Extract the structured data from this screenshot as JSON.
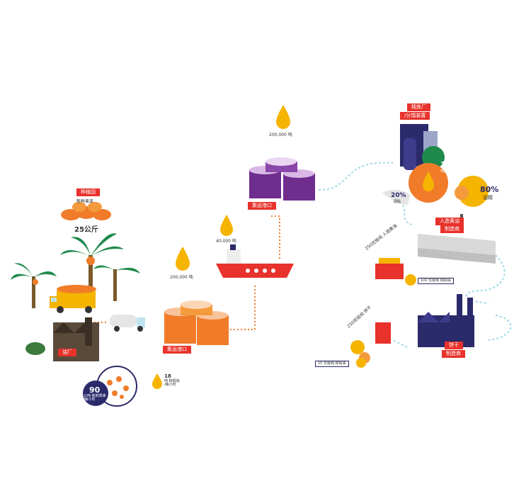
{
  "plantation": {
    "tag": "种植园",
    "sub": "新鲜果束",
    "weight": "25公斤"
  },
  "mill": {
    "tag": "油厂",
    "rate_value": "90",
    "rate_unit": "公吨 新鲜果束\n/每小时",
    "oil_rate_value": "18",
    "oil_rate_unit": "吨 棕榈油\n/每小时"
  },
  "port1": {
    "tag": "集运港口",
    "volume": "200,000 吨"
  },
  "ship": {
    "volume": "40,000 吨"
  },
  "port2": {
    "tag": "集运港口",
    "volume": "200,000 吨"
  },
  "refinery": {
    "tag1": "精炼厂",
    "tag2": "/分馏装置",
    "rate_value": "100",
    "rate_unit": "吨/每小时",
    "olein_pct": "80%",
    "olein_label": "油精",
    "stearin_pct": "20%",
    "stearin_label": "硬脂"
  },
  "margarine": {
    "tag1": "人造黄油",
    "tag2": "制造商",
    "arc": "250优级纯 人造黄油",
    "oil": "100 优级纯 棕榈油"
  },
  "biscuit": {
    "tag1": "饼干",
    "tag2": "制造商",
    "arc": "250优级纯 饼干",
    "oil": "15 优级纯 棕榈油"
  },
  "colors": {
    "red": "#e8322b",
    "orange": "#f07c2a",
    "purple": "#6f2d8e",
    "navy": "#2b2a6b",
    "oil": "#f5b400"
  }
}
